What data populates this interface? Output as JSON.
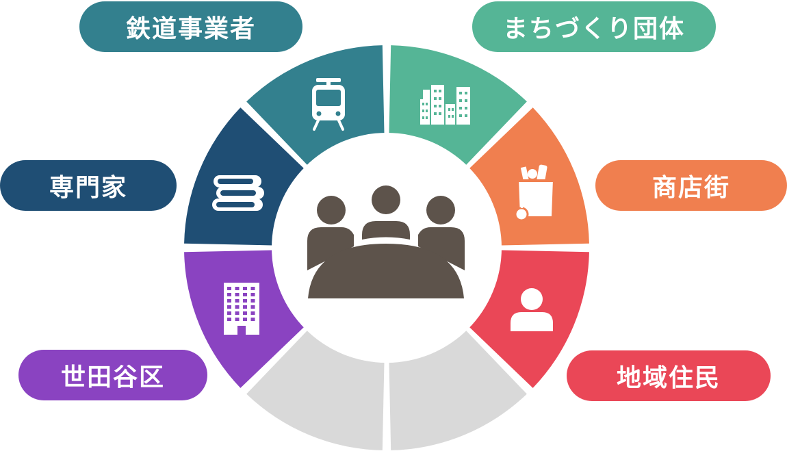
{
  "labels": {
    "railway": "鉄道事業者",
    "townmaking": "まちづくり団体",
    "experts": "専門家",
    "shopping": "商店街",
    "setagaya": "世田谷区",
    "residents": "地域住民"
  },
  "colors": {
    "railway": "#33808e",
    "townmaking": "#55b596",
    "experts": "#1f4e74",
    "shopping": "#f07f4f",
    "setagaya": "#8a43c1",
    "residents": "#ea4757",
    "empty": "#d9d9d9",
    "center_icon": "#5d534b",
    "white": "#ffffff"
  },
  "icons": {
    "railway": "train-icon",
    "townmaking": "buildings-icon",
    "experts": "books-icon",
    "shopping": "grocery-bag-icon",
    "setagaya": "office-building-icon",
    "residents": "person-icon",
    "center": "meeting-group-icon"
  }
}
